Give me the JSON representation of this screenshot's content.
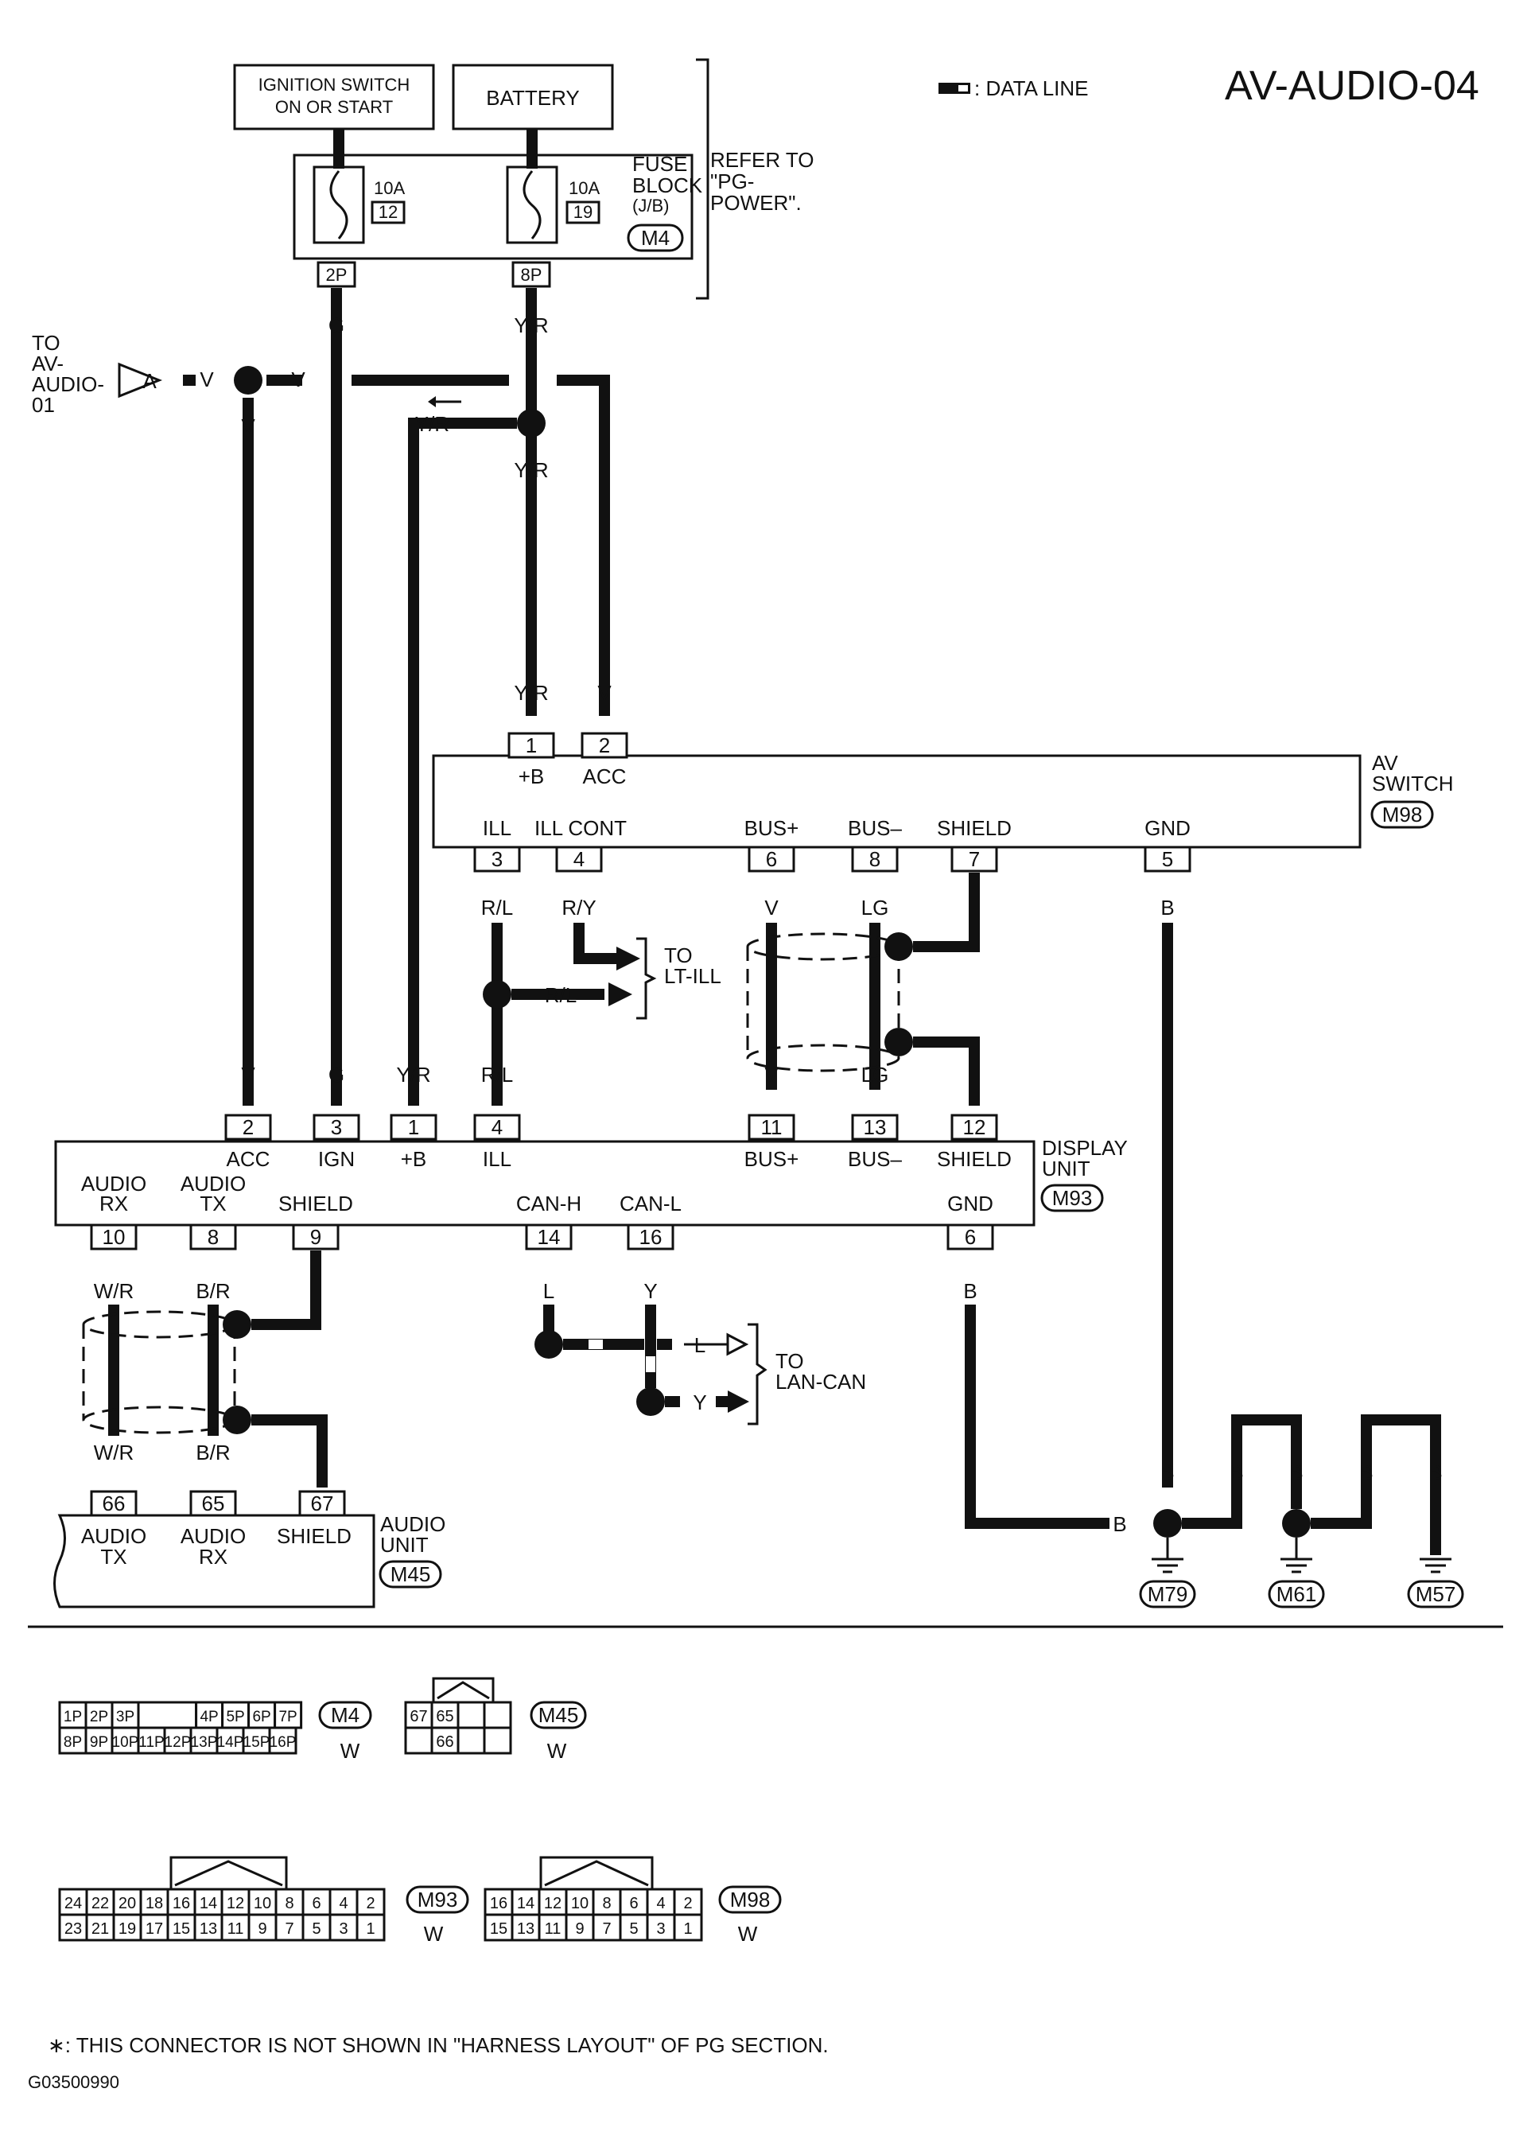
{
  "title": "AV-AUDIO-04",
  "data_line_legend": ": DATA LINE",
  "sources": {
    "ignition": "IGNITION SWITCH ON OR START",
    "battery": "BATTERY"
  },
  "fuse_block": {
    "label": "FUSE BLOCK (J/B)",
    "connector": "M4",
    "refer": "REFER TO \"PG-POWER\".",
    "fuses": [
      {
        "amp": "10A",
        "num": "12",
        "pin": "2P"
      },
      {
        "amp": "10A",
        "num": "19",
        "pin": "8P"
      }
    ]
  },
  "to_av_audio": {
    "text": "TO AV-AUDIO-01",
    "marker": "A"
  },
  "av_switch": {
    "name": "AV SWITCH",
    "connector": "M98",
    "top_pins": [
      {
        "num": "1",
        "label": "+B",
        "wire": "Y/R"
      },
      {
        "num": "2",
        "label": "ACC",
        "wire": "V"
      }
    ],
    "bottom_pins": [
      {
        "num": "3",
        "label": "ILL",
        "wire": "R/L"
      },
      {
        "num": "4",
        "label": "ILL CONT",
        "wire": "R/Y"
      },
      {
        "num": "6",
        "label": "BUS+",
        "wire": "V"
      },
      {
        "num": "8",
        "label": "BUS–",
        "wire": "LG"
      },
      {
        "num": "7",
        "label": "SHIELD"
      },
      {
        "num": "5",
        "label": "GND",
        "wire": "B"
      }
    ]
  },
  "display_unit": {
    "name": "DISPLAY UNIT",
    "connector": "M93",
    "top_pins": [
      {
        "num": "2",
        "label": "ACC",
        "wire": "V"
      },
      {
        "num": "3",
        "label": "IGN",
        "wire": "G"
      },
      {
        "num": "1",
        "label": "+B",
        "wire": "Y/R"
      },
      {
        "num": "4",
        "label": "ILL",
        "wire": "R/L"
      },
      {
        "num": "11",
        "label": "BUS+",
        "wire": "V"
      },
      {
        "num": "13",
        "label": "BUS–",
        "wire": "LG"
      },
      {
        "num": "12",
        "label": "SHIELD"
      }
    ],
    "bottom_pins": [
      {
        "num": "10",
        "label": "AUDIO RX",
        "wire": "W/R"
      },
      {
        "num": "8",
        "label": "AUDIO TX",
        "wire": "B/R"
      },
      {
        "num": "9",
        "label": "SHIELD"
      },
      {
        "num": "14",
        "label": "CAN-H",
        "wire": "L"
      },
      {
        "num": "16",
        "label": "CAN-L",
        "wire": "Y"
      },
      {
        "num": "6",
        "label": "GND",
        "wire": "B"
      }
    ]
  },
  "audio_unit": {
    "name": "AUDIO UNIT",
    "connector": "M45",
    "pins": [
      {
        "num": "66",
        "label": "AUDIO TX",
        "wire": "W/R"
      },
      {
        "num": "65",
        "label": "AUDIO RX",
        "wire": "B/R"
      },
      {
        "num": "67",
        "label": "SHIELD"
      }
    ]
  },
  "wires": {
    "G": "G",
    "YR": "Y/R",
    "V": "V",
    "RL": "R/L",
    "B": "B",
    "L": "L",
    "Y": "Y"
  },
  "to_lt_ill": "TO LT-ILL",
  "to_lan_can": "TO LAN-CAN",
  "grounds": [
    "M79",
    "M61",
    "M57"
  ],
  "connector_views": {
    "m4": {
      "id": "M4",
      "color": "W",
      "row1": [
        "1P",
        "2P",
        "3P",
        "",
        "4P",
        "5P",
        "6P",
        "7P"
      ],
      "row2": [
        "8P",
        "9P",
        "10P",
        "11P",
        "12P",
        "13P",
        "14P",
        "15P",
        "16P"
      ]
    },
    "m45": {
      "id": "M45",
      "color": "W",
      "row1": [
        "67",
        "65",
        "",
        ""
      ],
      "row2": [
        "",
        "66",
        "",
        ""
      ]
    },
    "m93": {
      "id": "M93",
      "color": "W",
      "row1": [
        "24",
        "22",
        "20",
        "18",
        "16",
        "14",
        "12",
        "10",
        "8",
        "6",
        "4",
        "2"
      ],
      "row2": [
        "23",
        "21",
        "19",
        "17",
        "15",
        "13",
        "11",
        "9",
        "7",
        "5",
        "3",
        "1"
      ]
    },
    "m98": {
      "id": "M98",
      "color": "W",
      "row1": [
        "16",
        "14",
        "12",
        "10",
        "8",
        "6",
        "4",
        "2"
      ],
      "row2": [
        "15",
        "13",
        "11",
        "9",
        "7",
        "5",
        "3",
        "1"
      ]
    }
  },
  "footnote": "∗: THIS CONNECTOR IS NOT SHOWN IN \"HARNESS LAYOUT\" OF PG SECTION.",
  "code": "G03500990"
}
